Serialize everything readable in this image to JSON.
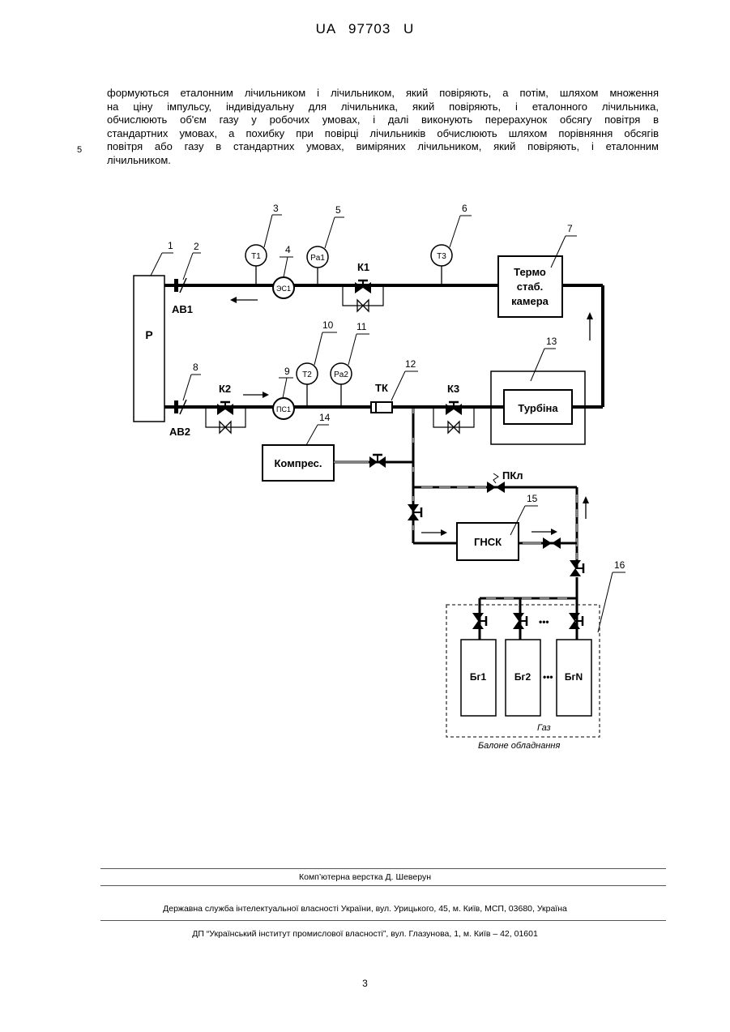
{
  "header": {
    "title": "UA   97703   U"
  },
  "body": {
    "line_number": "5",
    "lines": [
      "формуються еталонним лічильником і лічильником, який повіряють, а потім, шляхом множення",
      "на ціну імпульсу, індивідуальну для лічильника, який повіряють, і еталонного лічильника,",
      "обчислюють об'єм газу у робочих умовах, і далі виконують перерахунок обсягу повітря в",
      "стандартних умовах, а похибку при повірці лічильників обчислюють шляхом порівняння обсягів",
      "повітря або газу в стандартних умовах, виміряних лічильником, який повіряють, і еталонним",
      "лічильником."
    ]
  },
  "figure": {
    "reservoir": "Р",
    "thermo_chamber": [
      "Термо",
      "стаб.",
      "камера"
    ],
    "turbine": "Турбіна",
    "compressor": "Компрес.",
    "gnsk": "ГНСК",
    "sensors": {
      "t1": "T1",
      "t2": "T2",
      "t3": "T3",
      "pa1": "Pa1",
      "pa2": "Pa2",
      "es1": "ЭС1",
      "ps1": "ПС1"
    },
    "labels": {
      "av1": "АВ1",
      "av2": "АВ2",
      "k1": "К1",
      "k2": "К2",
      "k3": "К3",
      "tk": "ТК",
      "pkl": "ПКл"
    },
    "numbers": [
      "1",
      "2",
      "3",
      "4",
      "5",
      "6",
      "7",
      "8",
      "9",
      "10",
      "11",
      "12",
      "13",
      "14",
      "15",
      "16"
    ],
    "cylinders": [
      "Бг1",
      "Бг2",
      "БгN"
    ],
    "dots": "•••",
    "gas": "Газ",
    "ballon_caption": "Балоне обладнання"
  },
  "footer": {
    "layout_credit": "Комп’ютерна верстка Д. Шеверун",
    "agency": "Державна служба інтелектуальної власності України, вул. Урицького, 45, м. Київ, МСП, 03680, Україна",
    "institute": "ДП “Український інститут промислової власності”, вул. Глазунова, 1, м. Київ – 42, 01601",
    "page_number": "3"
  }
}
